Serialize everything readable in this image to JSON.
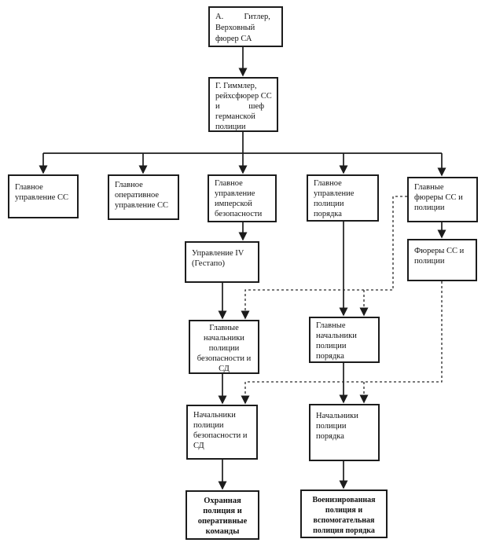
{
  "nodes": {
    "hitler": {
      "text": "А.          Гитлер,\nВерховный\nфюрер СА"
    },
    "himmler": {
      "text": "Г. Гиммлер,\nрейхсфюрер СС\nи              шеф\nгерманской\nполиции"
    },
    "ss_main": {
      "text": "Главное\nуправление СС"
    },
    "ss_op": {
      "text": "Главное\nоперативное\nуправление СС"
    },
    "rsha": {
      "text": "Главное\nуправление\nимперской\nбезопасности"
    },
    "orpo": {
      "text": "Главное\nуправление\nполиции\nпорядка"
    },
    "hssf": {
      "text": "Главные\nфюреры СС и\nполиции"
    },
    "gestapo": {
      "text": "Управление IV\n(Гестапо)"
    },
    "ssf": {
      "text": "Фюреры СС и\nполиции"
    },
    "gnach_sd": {
      "text": "Главные\nначальники\nполиции\nбезопасности и\nСД"
    },
    "gnach_or": {
      "text": "Главные\nначальники\nполиции\nпорядка"
    },
    "nach_sd": {
      "text": "Начальники\nполиции\nбезопасности и\nСД"
    },
    "nach_or": {
      "text": "Начальники\nполиции\nпорядка"
    },
    "schupo": {
      "text": "Охранная\nполиция и\nоперативные\nкоманды"
    },
    "milpol": {
      "text": "Военизированная\nполиция и\nвспомогательная\nполиция порядка"
    }
  },
  "colors": {
    "line": "#1c1c1c",
    "paper": "#ffffff",
    "ink": "#121212"
  }
}
